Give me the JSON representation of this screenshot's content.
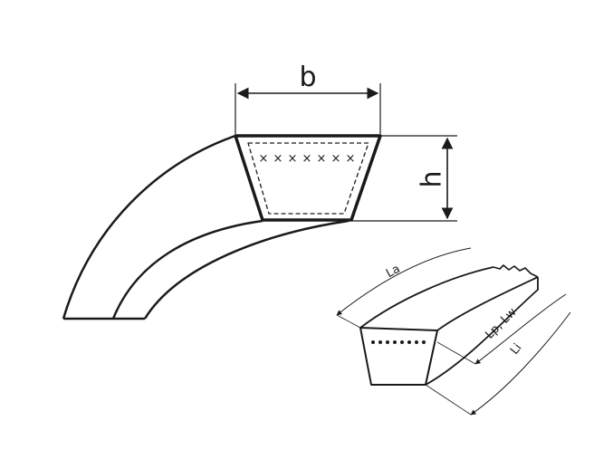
{
  "labels": {
    "width": "b",
    "height": "h",
    "outer_length": "La",
    "pitch_length": "Lp, Lw",
    "inner_length": "Li"
  },
  "colors": {
    "stroke": "#1a1a1a",
    "background": "#ffffff"
  }
}
